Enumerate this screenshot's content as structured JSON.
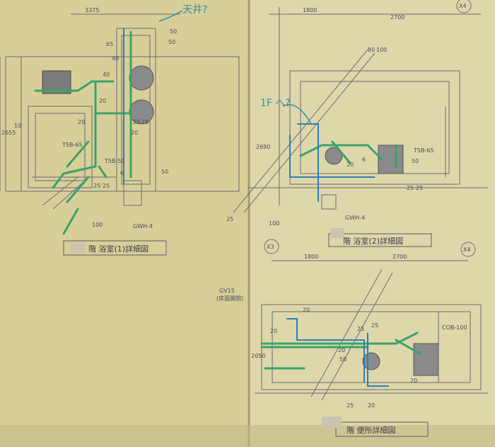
{
  "annotations": {
    "handwritten_top": "天井?",
    "handwritten_middle": "1F へ?"
  },
  "left_plan": {
    "title": "階 浴室(1)詳細図",
    "dims": [
      "3375",
      "50",
      "50",
      "65",
      "40",
      "40",
      "25",
      "25",
      "20",
      "2655",
      "10",
      "20",
      "20",
      "T5B-65",
      "T5B-50",
      "25",
      "25",
      "6",
      "50",
      "100"
    ],
    "tag": "GWH-4"
  },
  "right_top_plan": {
    "title": "階 浴室(2)詳細図",
    "grid_label": "X4",
    "dims": [
      "1800",
      "2700",
      "80",
      "100",
      "2690",
      "T5B-65",
      "50",
      "25",
      "25",
      "20",
      "6",
      "25",
      "100"
    ],
    "tag": "GWH-4"
  },
  "right_bottom_plan": {
    "title": "階 便所詳細図",
    "grid_labels": [
      "X3",
      "X4"
    ],
    "dims": [
      "1800",
      "2700",
      "GV15",
      "(床面開閉)",
      "20",
      "25",
      "20",
      "25",
      "COB-100",
      "2050",
      "20",
      "50",
      "25",
      "20",
      "20"
    ]
  },
  "colors": {
    "paper_left": "#d9d09a",
    "paper_right": "#ddd6a8",
    "ink": "#6a6a7a",
    "green_pipe": "#3aa36a",
    "blue_pipe": "#2c7fb8"
  }
}
